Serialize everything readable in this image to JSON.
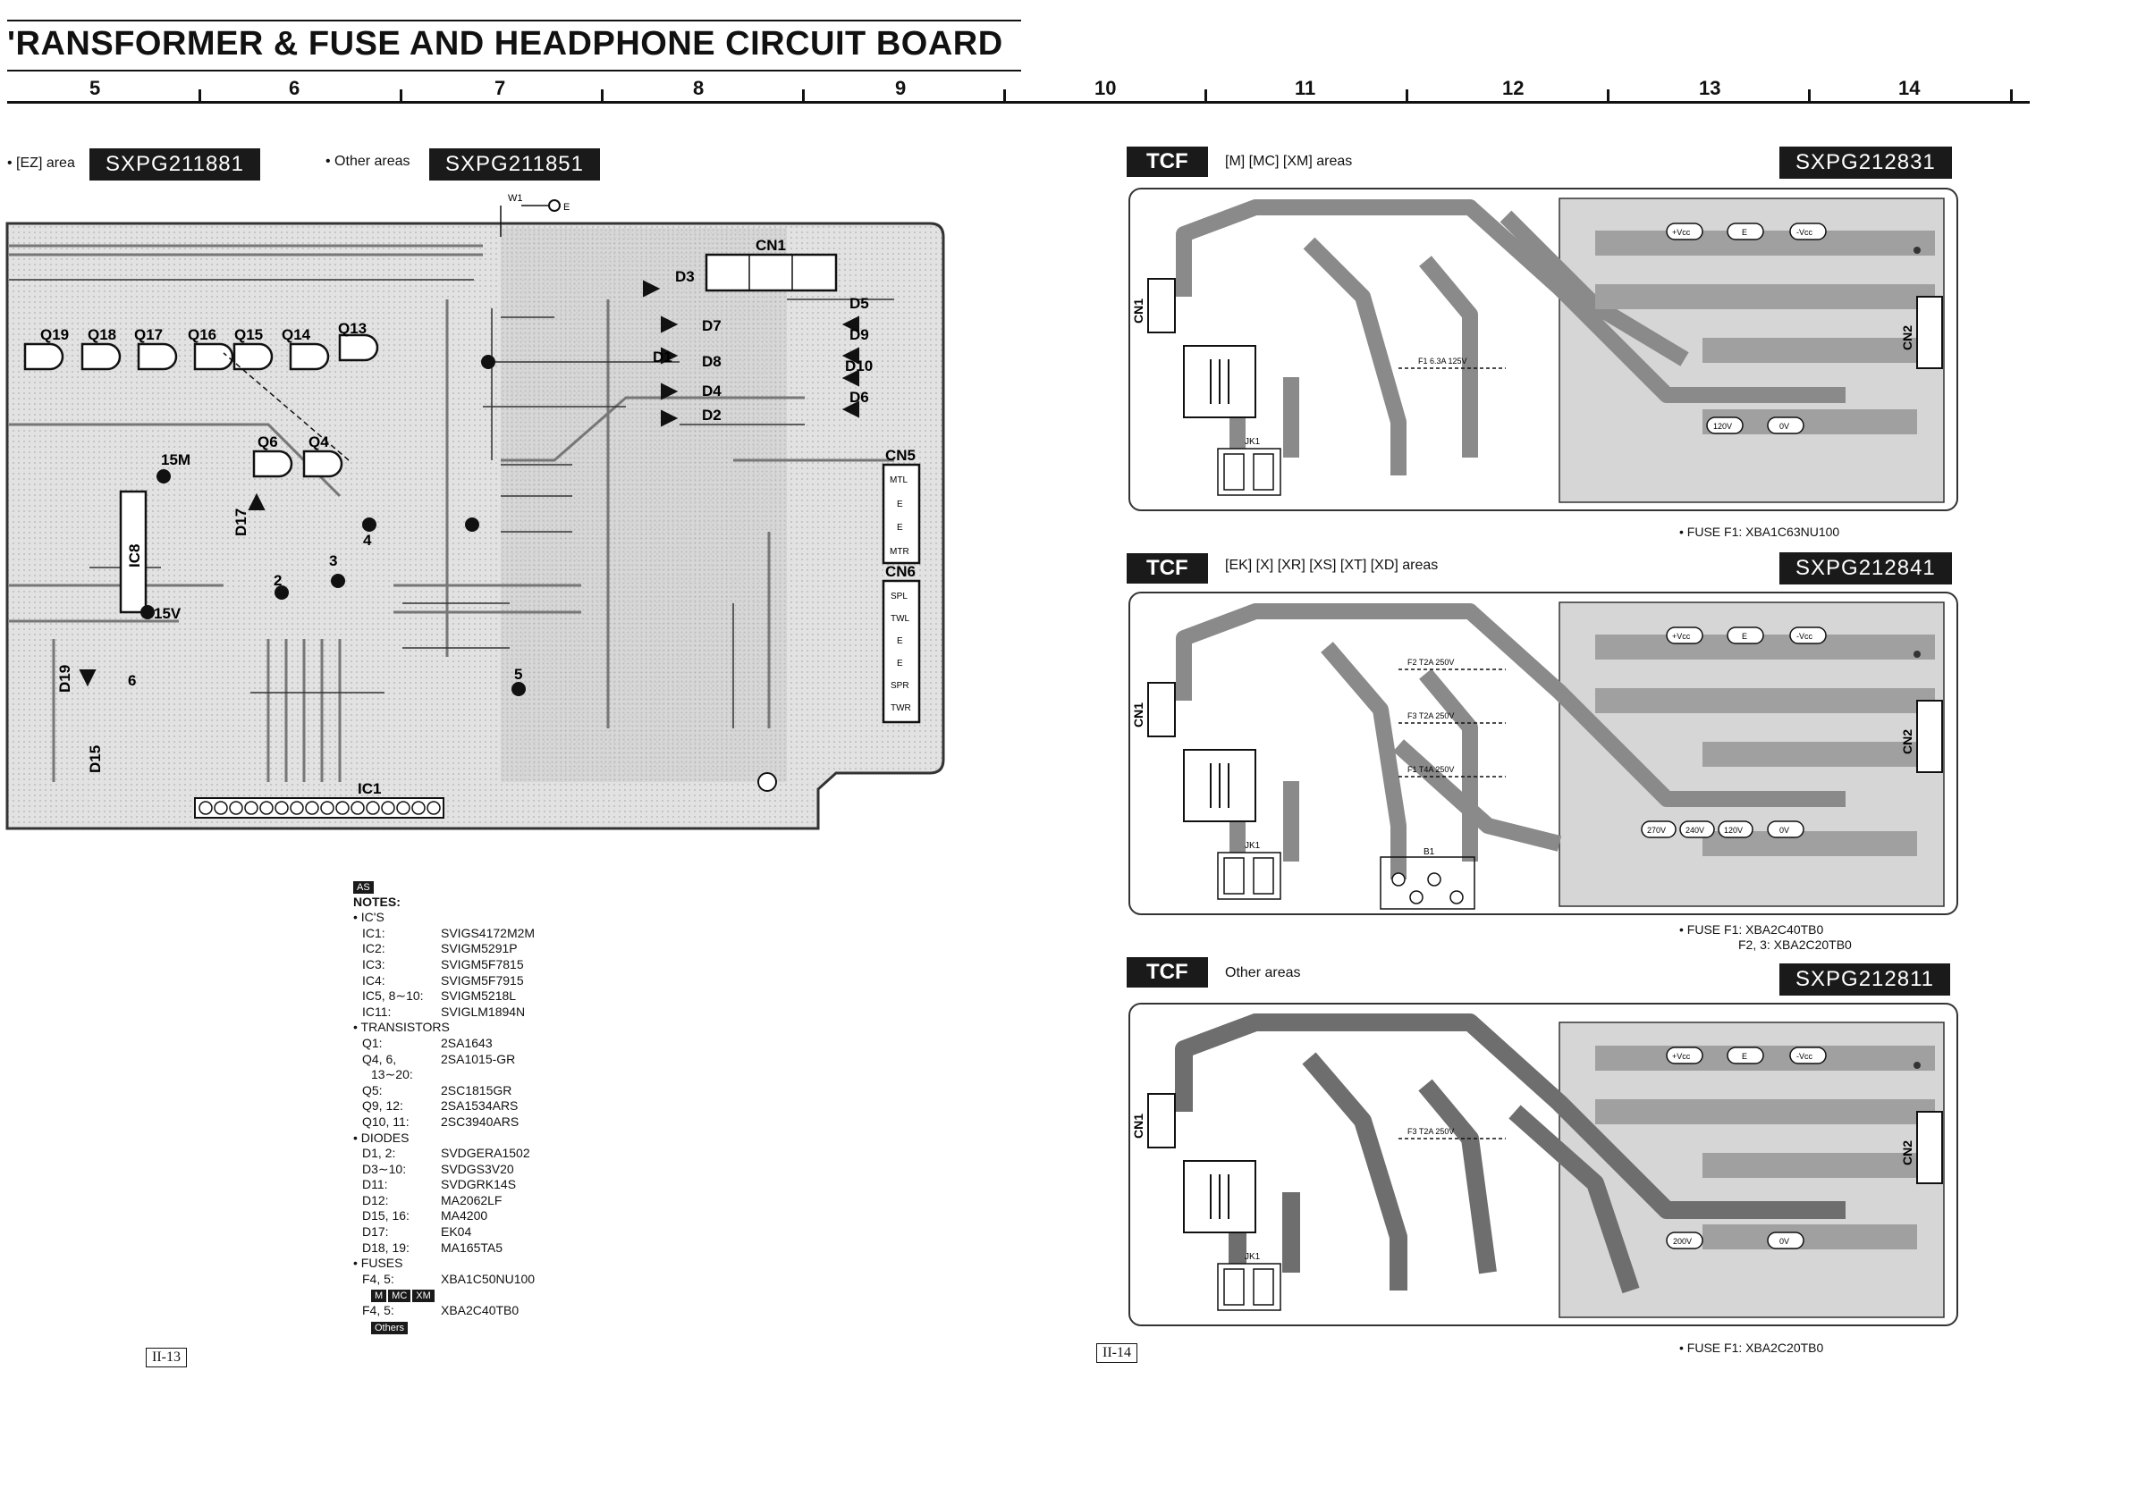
{
  "header": {
    "title": "ʹRANSFORMER & FUSE AND HEADPHONE CIRCUIT BOARD",
    "columns": [
      "5",
      "6",
      "7",
      "8",
      "9",
      "10",
      "11",
      "12",
      "13",
      "14"
    ]
  },
  "left_board": {
    "ez_label": "• [EZ] area",
    "ez_code": "SXPG211881",
    "other_label": "• Other areas",
    "other_code": "SXPG211851",
    "labels": {
      "w1": "W1",
      "e": "E",
      "cn1": "CN1",
      "cn5": "CN5",
      "cn6": "CN6",
      "ic8": "IC8",
      "ic1": "IC1",
      "p15m": "15M",
      "p15v": "15V",
      "q19": "Q19",
      "q18": "Q18",
      "q17": "Q17",
      "q16": "Q16",
      "q15": "Q15",
      "q14": "Q14",
      "q13": "Q13",
      "q6": "Q6",
      "q4": "Q4",
      "d1": "D1",
      "d2": "D2",
      "d3": "D3",
      "d4": "D4",
      "d5": "D5",
      "d6": "D6",
      "d7": "D7",
      "d8": "D8",
      "d9": "D9",
      "d10": "D10",
      "d15": "D15",
      "d17": "D17",
      "d19": "D19",
      "cn5_pins": [
        "MTL",
        "E",
        "E",
        "MTR"
      ],
      "cn6_pins": [
        "SPL",
        "TWL",
        "E",
        "E",
        "SPR",
        "TWR"
      ],
      "n2": "2",
      "n3": "3",
      "n4": "4",
      "n5": "5",
      "n6": "6"
    }
  },
  "notes": {
    "as_tag": "AS",
    "heading": "NOTES:",
    "ics_heading": "• IC'S",
    "ics": [
      {
        "k": "IC1:",
        "v": "SVIGS4172M2M"
      },
      {
        "k": "IC2:",
        "v": "SVIGM5291P"
      },
      {
        "k": "IC3:",
        "v": "SVIGM5F7815"
      },
      {
        "k": "IC4:",
        "v": "SVIGM5F7915"
      },
      {
        "k": "IC5, 8∼10:",
        "v": "SVIGM5218L"
      },
      {
        "k": "IC11:",
        "v": "SVIGLM1894N"
      }
    ],
    "transistors_heading": "• TRANSISTORS",
    "transistors": [
      {
        "k": "Q1:",
        "v": "2SA1643"
      },
      {
        "k": "Q4, 6,",
        "v": "2SA1015-GR"
      },
      {
        "k": "13∼20:",
        "v": ""
      },
      {
        "k": "Q5:",
        "v": "2SC1815GR"
      },
      {
        "k": "Q9, 12:",
        "v": "2SA1534ARS"
      },
      {
        "k": "Q10, 11:",
        "v": "2SC3940ARS"
      }
    ],
    "diodes_heading": "• DIODES",
    "diodes": [
      {
        "k": "D1, 2:",
        "v": "SVDGERA1502"
      },
      {
        "k": "D3∼10:",
        "v": "SVDGS3V20"
      },
      {
        "k": "D11:",
        "v": "SVDGRK14S"
      },
      {
        "k": "D12:",
        "v": "MA2062LF"
      },
      {
        "k": "D15, 16:",
        "v": "MA4200"
      },
      {
        "k": "D17:",
        "v": "EK04"
      },
      {
        "k": "D18, 19:",
        "v": "MA165TA5"
      }
    ],
    "fuses_heading": "• FUSES",
    "fuse_a_key": "F4, 5:",
    "fuse_a_val": "XBA1C50NU100",
    "fuse_tags": [
      "M",
      "MC",
      "XM"
    ],
    "fuse_b_key": "F4, 5:",
    "fuse_b_val": "XBA2C40TB0",
    "others_tag": "Others"
  },
  "pages": {
    "left": "II-13",
    "right": "II-14"
  },
  "right_boards": [
    {
      "tcf": "TCF",
      "areas": "[M] [MC] [XM] areas",
      "code": "SXPG212831",
      "fuse_lines": [
        "• FUSE   F1: XBA1C63NU100"
      ],
      "labels": {
        "cn1": "CN1",
        "cn2": "CN2",
        "vcc_p": "+Vcc",
        "e": "E",
        "vcc_m": "-Vcc",
        "v1": "120V",
        "v0": "0V",
        "f": "F1 6.3A 125V",
        "jk1": "JK1"
      }
    },
    {
      "tcf": "TCF",
      "areas": "[EK] [X] [XR] [XS] [XT] [XD] areas",
      "code": "SXPG212841",
      "fuse_lines": [
        "• FUSE   F1:    XBA2C40TB0",
        "F2, 3: XBA2C20TB0"
      ],
      "labels": {
        "cn1": "CN1",
        "cn2": "CN2",
        "vcc_p": "+Vcc",
        "e": "E",
        "vcc_m": "-Vcc",
        "v270": "270V",
        "v240": "240V",
        "v120": "120V",
        "v0": "0V",
        "f2": "F2 T2A 250V",
        "f3": "F3 T2A 250V",
        "f1": "F1 T4A 250V",
        "jk1": "JK1",
        "b1": "B1"
      }
    },
    {
      "tcf": "TCF",
      "areas": "Other areas",
      "code": "SXPG212811",
      "fuse_lines": [
        "• FUSE   F1: XBA2C20TB0"
      ],
      "labels": {
        "cn1": "CN1",
        "cn2": "CN2",
        "vcc_p": "+Vcc",
        "e": "E",
        "vcc_m": "-Vcc",
        "v1": "200V",
        "v0": "0V",
        "f": "F3 T2A 250V",
        "jk1": "JK1"
      }
    }
  ]
}
